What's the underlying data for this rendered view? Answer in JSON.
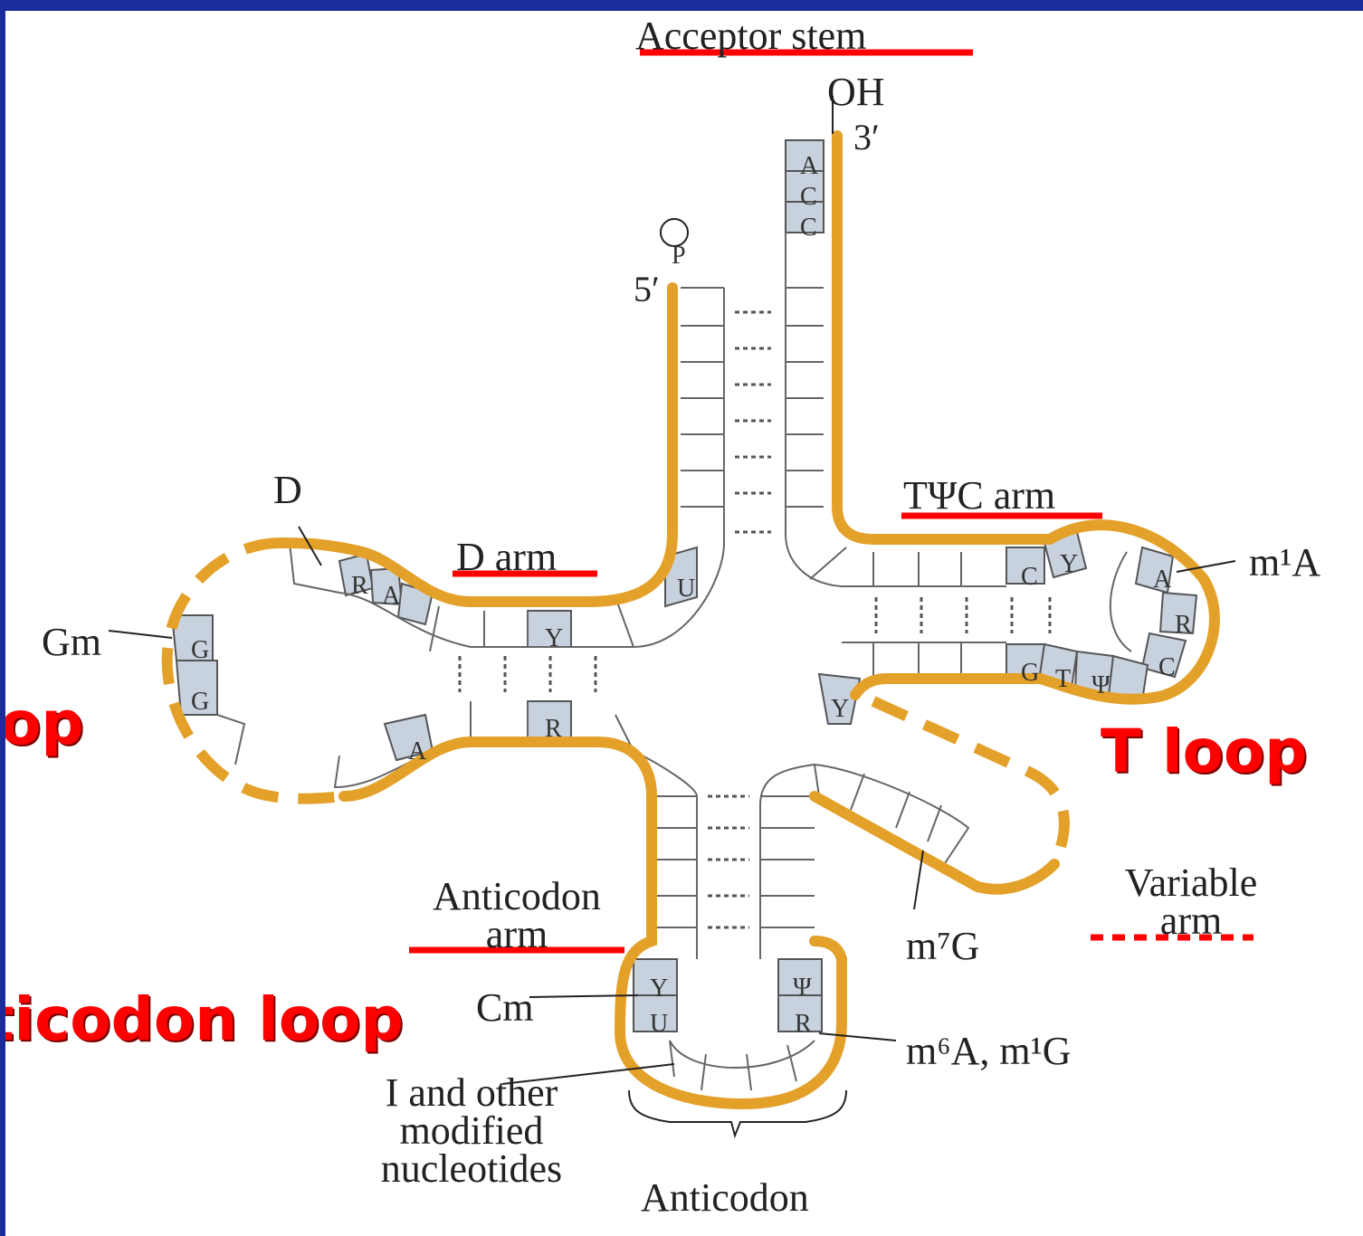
{
  "labels": {
    "acceptor_stem": "Acceptor stem",
    "oh": "OH",
    "three_prime": "3′",
    "phosphate": "P",
    "five_prime": "5′",
    "d": "D",
    "d_arm": "D arm",
    "tpsic_arm": "TΨC arm",
    "m1a": "m¹A",
    "gm": "Gm",
    "anticodon_arm": "Anticodon arm",
    "variable_arm": "Variable arm",
    "m7g": "m⁷G",
    "cm": "Cm",
    "m6a_m1g": "m⁶A, m¹G",
    "modified_nucleotides": "I and other modified nucleotides",
    "anticodon": "Anticodon"
  },
  "bases": [
    "A",
    "C",
    "C",
    "U",
    "Y",
    "R",
    "A",
    "R",
    "A",
    "G",
    "G",
    "C",
    "Y",
    "A",
    "R",
    "C",
    "G",
    "T",
    "Ψ",
    "Y",
    "Y",
    "U",
    "Ψ",
    "R"
  ],
  "overlay": {
    "d_loop_fragment": "op",
    "t_loop": "T loop",
    "anticodon_loop_fragment": "ticodon loop"
  },
  "colors": {
    "slide_background": "#1c2b9c",
    "panel_background": "#ffffff",
    "backbone": "#e3a12a",
    "highlight_red": "#ff0000",
    "base_shading": "#c8d2de"
  }
}
